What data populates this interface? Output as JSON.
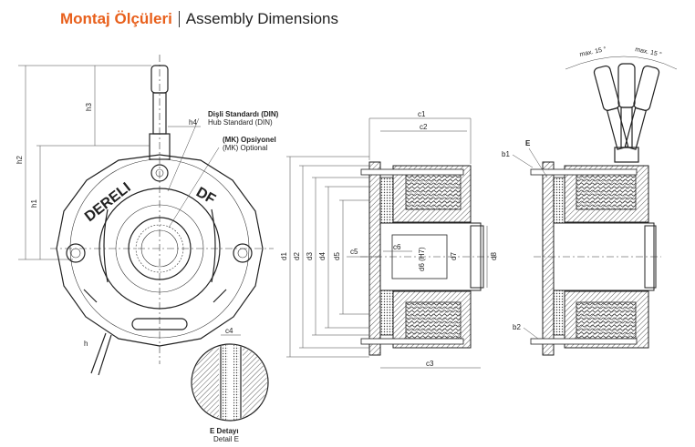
{
  "header": {
    "title_tr": "Montaj Ölçüleri",
    "title_en": "Assembly Dimensions",
    "accent_color": "#e8601c"
  },
  "front_view": {
    "brand_left": "DERELI",
    "brand_right": "DF",
    "dims": {
      "h": "h",
      "h1": "h1",
      "h2": "h2",
      "h3": "h3",
      "h4": "h4",
      "c4": "c4"
    }
  },
  "callouts": {
    "hub_tr": "Dişli Standardı (DIN)",
    "hub_en": "Hub Standard (DIN)",
    "mk_prefix": "(MK)",
    "mk_tr": "Opsiyonel",
    "mk_en": "(MK) Optional"
  },
  "detail": {
    "title_tr": "E Detayı",
    "title_en": "Detail E"
  },
  "section_view": {
    "dims": {
      "c1": "c1",
      "c2": "c2",
      "c3": "c3",
      "c5": "c5",
      "c6": "c6",
      "d1": "d1",
      "d2": "d2",
      "d3": "d3",
      "d4": "d4",
      "d5": "d5",
      "d6": "d6 (H7)",
      "d7": "d7",
      "d8": "d8"
    }
  },
  "side_view": {
    "max_left": "max. 15 °",
    "max_right": "max. 15 °",
    "marker": "E",
    "b1": "b1",
    "b2": "b2"
  }
}
